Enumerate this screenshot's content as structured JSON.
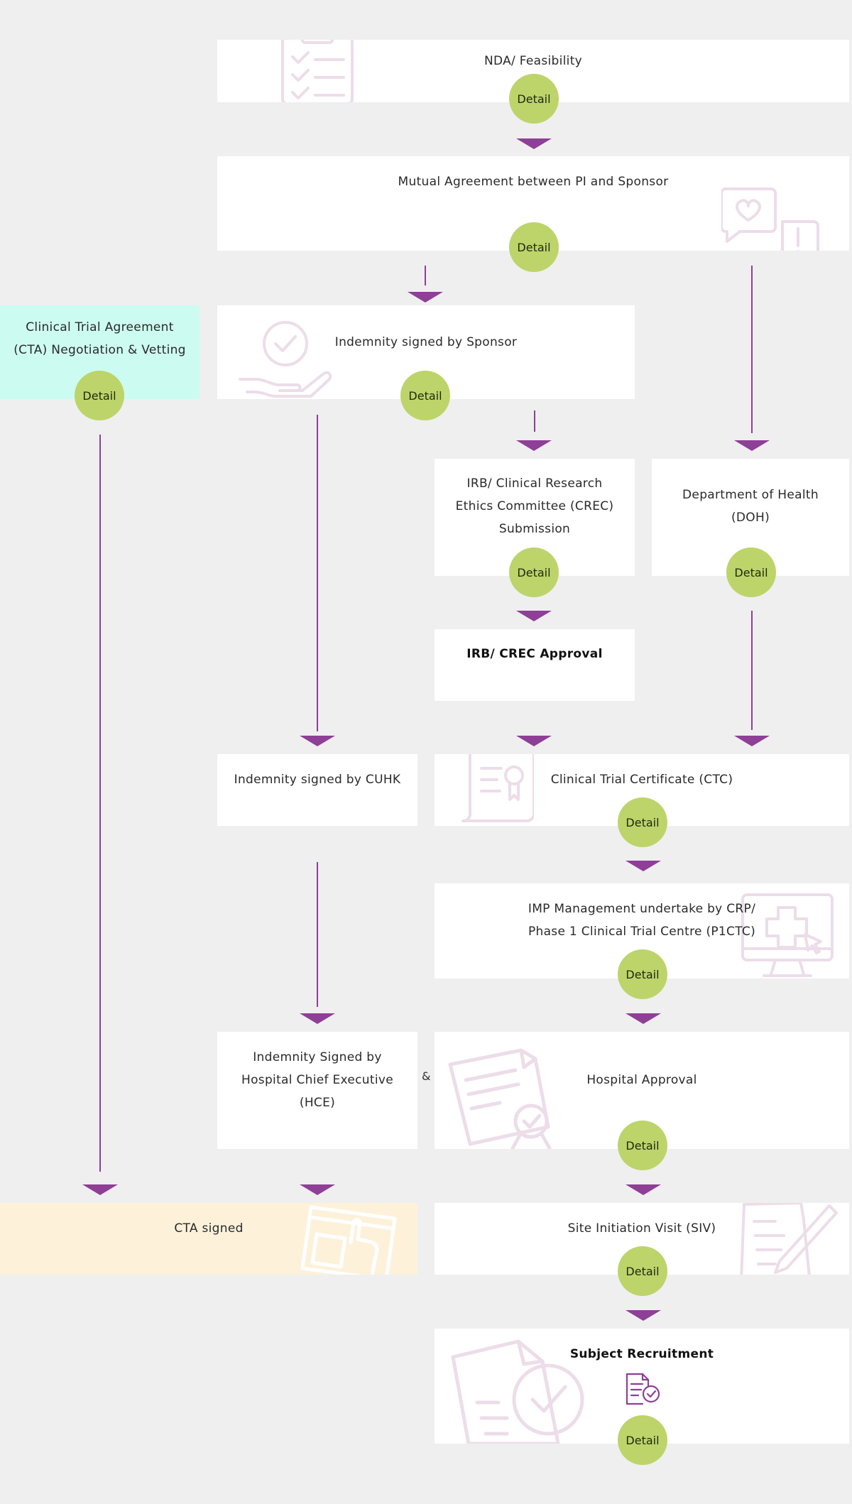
{
  "steps": {
    "nda": {
      "label": "NDA/ Feasibility",
      "button": "Detail"
    },
    "mutual": {
      "label": "Mutual Agreement between PI and Sponsor",
      "button": "Detail"
    },
    "cta": {
      "line1": "Clinical Trial Agreement",
      "line2": "(CTA)  Negotiation & Vetting",
      "button": "Detail"
    },
    "indemnity_sponsor": {
      "label": "Indemnity signed by Sponsor",
      "button": "Detail"
    },
    "irb_submission": {
      "line1": "IRB/ Clinical Research",
      "line2": "Ethics Committee (CREC)",
      "line3": "Submission",
      "button": "Detail"
    },
    "doh": {
      "line1": "Department of Health",
      "line2": "(DOH)",
      "button": "Detail"
    },
    "irb_approval": {
      "label": "IRB/ CREC Approval"
    },
    "indemnity_cuhk": {
      "label": "Indemnity signed by CUHK"
    },
    "ctc": {
      "label": "Clinical Trial Certificate (CTC)",
      "button": "Detail"
    },
    "imp": {
      "line1": "IMP Management undertake by CRP/",
      "line2": "Phase 1 Clinical Trial Centre (P1CTC)",
      "button": "Detail"
    },
    "indemnity_hce": {
      "line1": "Indemnity Signed by",
      "line2": "Hospital Chief Executive",
      "line3": "(HCE)"
    },
    "ampersand": "&",
    "hospital": {
      "label": "Hospital Approval",
      "button": "Detail"
    },
    "cta_signed": {
      "label": "CTA signed"
    },
    "siv": {
      "label": "Site Initiation Visit (SIV)",
      "button": "Detail"
    },
    "recruitment": {
      "label": "Subject Recruitment",
      "button": "Detail"
    }
  },
  "colors": {
    "arrow": "#8e3f96",
    "button": "#bdd46a",
    "cyan_box": "#ccfbf1",
    "cream_box": "#fdf1da",
    "background": "#efefef",
    "decor": "#ecdde9"
  },
  "icons": [
    "clipboard-icon",
    "chat-alert-icon",
    "hand-check-icon",
    "certificate-icon",
    "medical-monitor-icon",
    "approval-document-icon",
    "browser-click-icon",
    "document-pen-icon",
    "document-check-icon",
    "recruitment-form-icon"
  ]
}
